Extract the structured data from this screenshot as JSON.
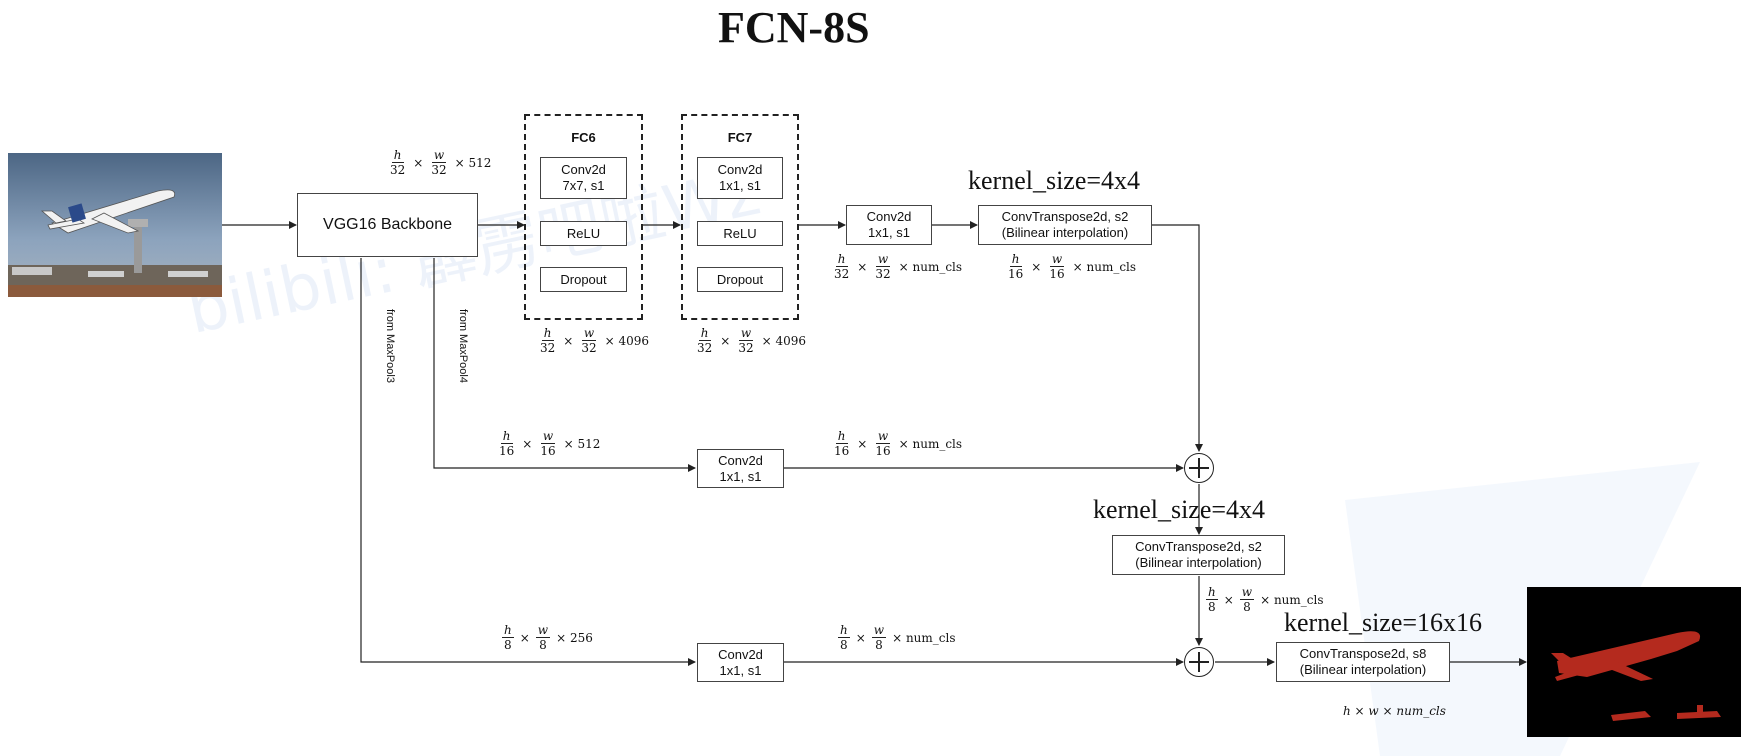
{
  "title": "FCN-8S",
  "watermark": "bilibili: 霹雳吧啦Wz",
  "input_image": {
    "alt": "airplane taking off photo",
    "sky": "#6f8aa8",
    "ground": "#7a6a58"
  },
  "output_image": {
    "alt": "segmentation mask of airplanes",
    "mask_color": "#b42a1e",
    "background": "#000000"
  },
  "backbone": {
    "label": "VGG16 Backbone"
  },
  "fc6": {
    "title": "FC6",
    "conv_line1": "Conv2d",
    "conv_line2": "7x7, s1",
    "relu": "ReLU",
    "dropout": "Dropout"
  },
  "fc7": {
    "title": "FC7",
    "conv_line1": "Conv2d",
    "conv_line2": "1x1, s1",
    "relu": "ReLU",
    "dropout": "Dropout"
  },
  "conv_top": {
    "line1": "Conv2d",
    "line2": "1x1, s1"
  },
  "conv_mid": {
    "line1": "Conv2d",
    "line2": "1x1, s1"
  },
  "conv_bot": {
    "line1": "Conv2d",
    "line2": "1x1, s1"
  },
  "deconv1": {
    "line1": "ConvTranspose2d, s2",
    "line2": "(Bilinear interpolation)",
    "kernel": "kernel_size=4x4"
  },
  "deconv2": {
    "line1": "ConvTranspose2d, s2",
    "line2": "(Bilinear interpolation)",
    "kernel": "kernel_size=4x4"
  },
  "deconv3": {
    "line1": "ConvTranspose2d, s8",
    "line2": "(Bilinear interpolation)",
    "kernel": "kernel_size=16x16"
  },
  "labels": {
    "from_pool3": "from MaxPool3",
    "from_pool4": "from MaxPool4"
  },
  "dims": {
    "d32_512": {
      "h": "h",
      "hd": "32",
      "w": "w",
      "wd": "32",
      "x": "×",
      "c": "× 512"
    },
    "d32_4096a": {
      "h": "h",
      "hd": "32",
      "w": "w",
      "wd": "32",
      "x": "×",
      "c": "× 4096"
    },
    "d32_4096b": {
      "h": "h",
      "hd": "32",
      "w": "w",
      "wd": "32",
      "x": "×",
      "c": "× 4096"
    },
    "d32_cls": {
      "h": "h",
      "hd": "32",
      "w": "w",
      "wd": "32",
      "x": "×",
      "c": "× num_cls"
    },
    "d16_cls_top": {
      "h": "h",
      "hd": "16",
      "w": "w",
      "wd": "16",
      "x": "×",
      "c": "× num_cls"
    },
    "d16_512": {
      "h": "h",
      "hd": "16",
      "w": "w",
      "wd": "16",
      "x": "×",
      "c": "× 512"
    },
    "d16_cls_mid": {
      "h": "h",
      "hd": "16",
      "w": "w",
      "wd": "16",
      "x": "×",
      "c": "× num_cls"
    },
    "d8_cls_right": {
      "h": "h",
      "hd": "8",
      "w": "w",
      "wd": "8",
      "x": "×",
      "c": "× num_cls"
    },
    "d8_256": {
      "h": "h",
      "hd": "8",
      "w": "w",
      "wd": "8",
      "x": "×",
      "c": "× 256"
    },
    "d8_cls_bot": {
      "h": "h",
      "hd": "8",
      "w": "w",
      "wd": "8",
      "x": "×",
      "c": "× num_cls"
    },
    "full": "h × w × num_cls"
  }
}
